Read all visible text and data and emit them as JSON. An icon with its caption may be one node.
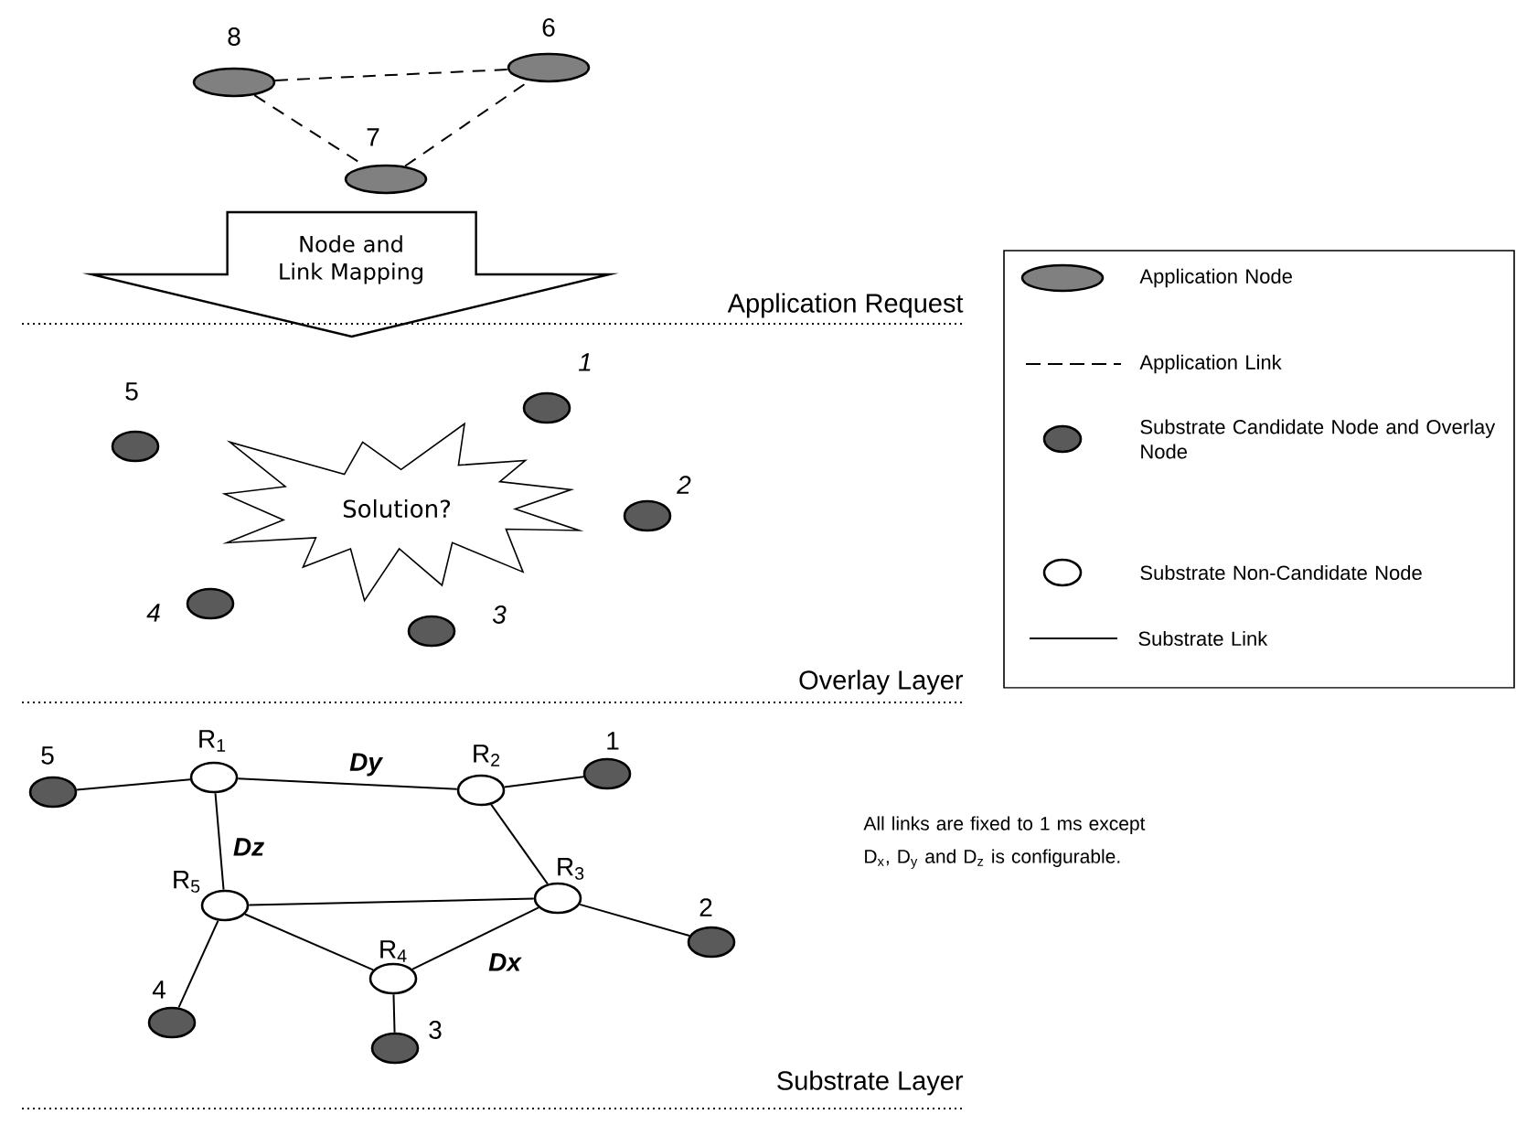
{
  "diagram": {
    "nodes": [
      {
        "text": [
          "8"
        ]
      },
      {
        "text": [
          "6"
        ]
      },
      {
        "text": [
          "7"
        ]
      },
      {
        "text": [
          "Node and Link Mapping"
        ]
      },
      {
        "text": [
          "5"
        ]
      },
      {
        "text": [
          "1"
        ]
      },
      {
        "text": [
          "Solution?"
        ]
      },
      {
        "text": [
          "2"
        ]
      },
      {
        "text": [
          "4"
        ]
      },
      {
        "text": [
          "3"
        ]
      },
      {
        "text": [
          "5"
        ]
      },
      {
        "text": [
          "R$_{1}$"
        ]
      },
      {
        "text": [
          "R$_{2}$"
        ]
      },
      {
        "text": [
          "1"
        ]
      },
      {
        "text": [
          "R$_{5}$"
        ]
      },
      {
        "text": [
          "R$_{3}$"
        ]
      },
      {
        "text": [
          "2"
        ]
      },
      {
        "text": [
          "R$_{4}$"
        ]
      },
      {
        "text": [
          "4"
        ]
      },
      {
        "text": [
          "3"
        ]
      }
    ],
    "edges": [
      {
        "from": 0,
        "to": 1,
        "arrow": "none",
        "style": "dashed"
      },
      {
        "from": 0,
        "to": 2,
        "arrow": "none",
        "style": "dashed"
      },
      {
        "from": 2,
        "to": 1,
        "arrow": "none",
        "style": "dashed"
      },
      {
        "from": 10,
        "to": 11,
        "arrow": "none"
      },
      {
        "from": 11,
        "to": 12,
        "arrow": "none",
        "label": "Dy"
      },
      {
        "from": 12,
        "to": 13,
        "arrow": "none"
      },
      {
        "from": 11,
        "to": 14,
        "arrow": "none",
        "label": "Dz"
      },
      {
        "from": 12,
        "to": 15,
        "arrow": "none"
      },
      {
        "from": 14,
        "to": 15,
        "arrow": "none"
      },
      {
        "from": 14,
        "to": 17,
        "arrow": "none"
      },
      {
        "from": 17,
        "to": 15,
        "arrow": "none",
        "label": "Dx"
      },
      {
        "from": 15,
        "to": 16,
        "arrow": "none"
      },
      {
        "from": 14,
        "to": 18,
        "arrow": "none"
      },
      {
        "from": 17,
        "to": 19,
        "arrow": "none"
      }
    ],
    "labels": [
      "Application Request",
      "Overlay Layer",
      "Substrate Layer",
      "All links are fixed to 1 ms except D$_{x}$, D$_{y}$ and D$_{z}$ is configurable."
    ],
    "legend": [
      {
        "text": "Application Node"
      },
      {
        "text": "Application Link"
      },
      {
        "text": "Substrate Candidate Node and Overlay Node"
      },
      {
        "text": "Substrate Non-Candidate Node"
      },
      {
        "text": "Substrate Link"
      }
    ]
  }
}
